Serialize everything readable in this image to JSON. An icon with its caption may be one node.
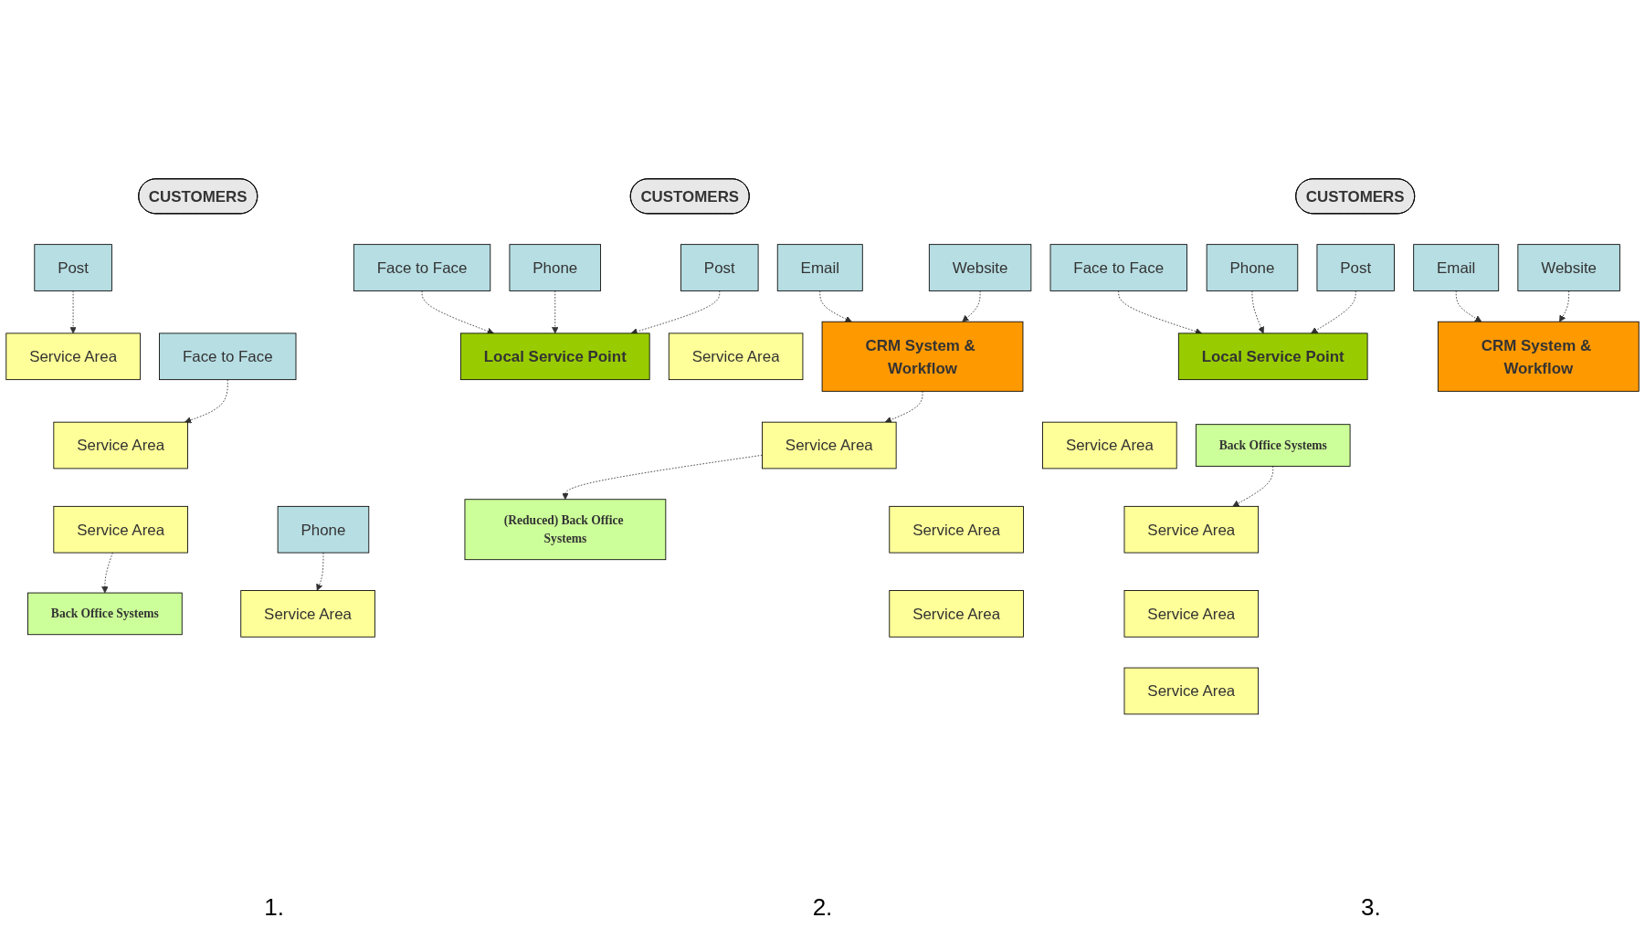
{
  "diagram": {
    "nodes": [
      {
        "text": [
          "CUSTOMERS"
        ]
      },
      {
        "text": [
          "Post"
        ]
      },
      {
        "text": [
          "Face to Face"
        ]
      },
      {
        "text": [
          "Phone"
        ]
      },
      {
        "text": [
          "Service Area"
        ]
      },
      {
        "text": [
          "Service Area"
        ]
      },
      {
        "text": [
          "Service Area"
        ]
      },
      {
        "text": [
          "Service Area"
        ]
      },
      {
        "text": [
          "Back Office Systems"
        ]
      },
      {
        "text": [
          "CUSTOMERS"
        ]
      },
      {
        "text": [
          "Face to Face"
        ]
      },
      {
        "text": [
          "Phone"
        ]
      },
      {
        "text": [
          "Post"
        ]
      },
      {
        "text": [
          "Email"
        ]
      },
      {
        "text": [
          "Website"
        ]
      },
      {
        "text": [
          "Local Service Point"
        ]
      },
      {
        "text": [
          "CRM System & Workflow"
        ]
      },
      {
        "text": [
          "Service Area"
        ]
      },
      {
        "text": [
          "Service Area"
        ]
      },
      {
        "text": [
          "Service Area"
        ]
      },
      {
        "text": [
          "Service Area"
        ]
      },
      {
        "text": [
          "(Reduced) Back Office Systems"
        ]
      },
      {
        "text": [
          "CUSTOMERS"
        ]
      },
      {
        "text": [
          "Face to Face"
        ]
      },
      {
        "text": [
          "Phone"
        ]
      },
      {
        "text": [
          "Post"
        ]
      },
      {
        "text": [
          "Email"
        ]
      },
      {
        "text": [
          "Website"
        ]
      },
      {
        "text": [
          "Local Service Point"
        ]
      },
      {
        "text": [
          "CRM System & Workflow"
        ]
      },
      {
        "text": [
          "Back Office Systems"
        ]
      },
      {
        "text": [
          "Service Area"
        ]
      },
      {
        "text": [
          "Service Area"
        ]
      },
      {
        "text": [
          "Service Area"
        ]
      },
      {
        "text": [
          "Service Area"
        ]
      }
    ],
    "edges": [
      {
        "from": 1,
        "to": 4,
        "arrow": "to",
        "style": "dashed"
      },
      {
        "from": 2,
        "to": 5,
        "arrow": "to",
        "style": "dashed"
      },
      {
        "from": 3,
        "to": 7,
        "arrow": "to",
        "style": "dashed"
      },
      {
        "from": 6,
        "to": 8,
        "arrow": "to",
        "style": "dashed"
      },
      {
        "from": 10,
        "to": 15,
        "arrow": "to",
        "style": "dashed"
      },
      {
        "from": 11,
        "to": 15,
        "arrow": "to",
        "style": "dashed"
      },
      {
        "from": 12,
        "to": 15,
        "arrow": "to",
        "style": "dashed"
      },
      {
        "from": 13,
        "to": 16,
        "arrow": "to",
        "style": "dashed"
      },
      {
        "from": 14,
        "to": 16,
        "arrow": "to",
        "style": "dashed"
      },
      {
        "from": 16,
        "to": 18,
        "arrow": "to",
        "style": "dashed"
      },
      {
        "from": 18,
        "to": 21,
        "arrow": "to",
        "style": "dashed"
      },
      {
        "from": 23,
        "to": 28,
        "arrow": "to",
        "style": "dashed"
      },
      {
        "from": 24,
        "to": 28,
        "arrow": "to",
        "style": "dashed"
      },
      {
        "from": 25,
        "to": 28,
        "arrow": "to",
        "style": "dashed"
      },
      {
        "from": 26,
        "to": 29,
        "arrow": "to",
        "style": "dashed"
      },
      {
        "from": 27,
        "to": 29,
        "arrow": "to",
        "style": "dashed"
      },
      {
        "from": 30,
        "to": 32,
        "arrow": "to",
        "style": "dashed"
      }
    ],
    "labels": [
      "1.",
      "2.",
      "3."
    ]
  }
}
